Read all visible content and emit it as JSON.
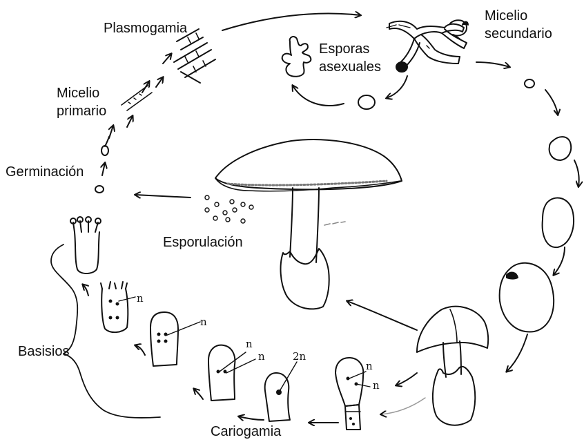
{
  "labels": {
    "plasmogamia": "Plasmogamia",
    "micelio_secundario_line1": "Micelio",
    "micelio_secundario_line2": "secundario",
    "esporas_line1": "Esporas",
    "esporas_line2": "asexuales",
    "micelio_primario_line1": "Micelio",
    "micelio_primario_line2": "primario",
    "germinacion": "Germinación",
    "esporulacion": "Esporulación",
    "basisios": "Basisios",
    "cariogamia": "Cariogamia"
  },
  "ploidy": {
    "n1": "n",
    "n2": "n",
    "n3": "n",
    "n4": "n",
    "n5": "n",
    "n6": "n",
    "two_n": "2n"
  }
}
